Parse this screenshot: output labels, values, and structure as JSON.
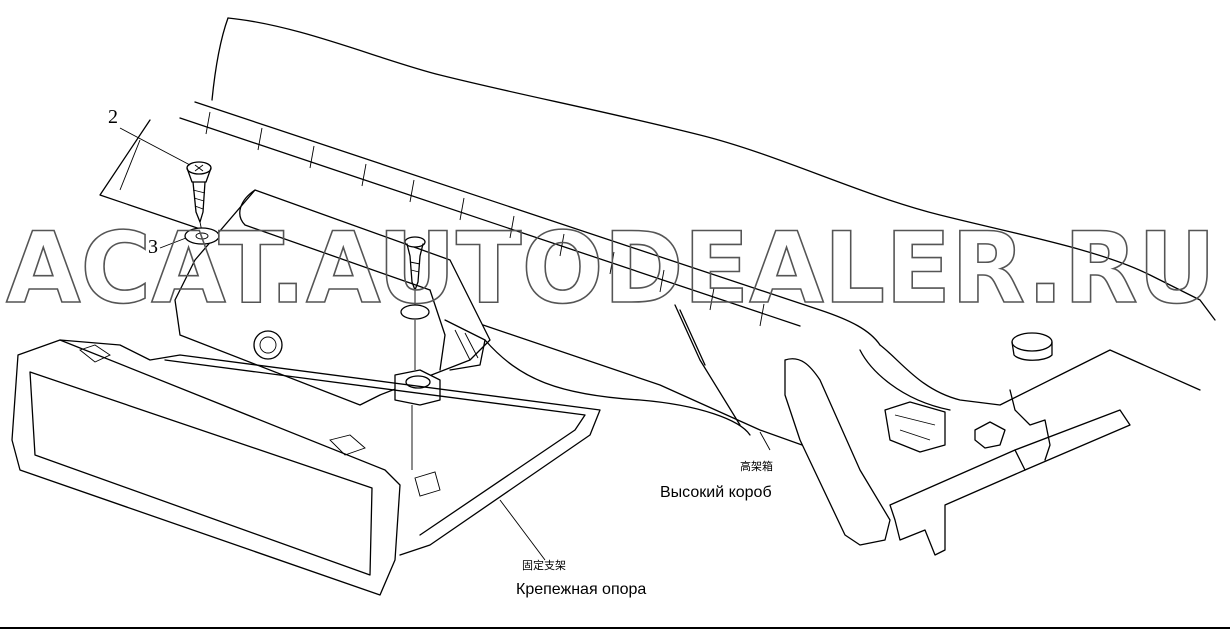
{
  "callouts": {
    "screw": "2",
    "washer": "3"
  },
  "labels": {
    "high_box_cn": "高架箱",
    "high_box_ru": "Высокий короб",
    "bracket_cn": "固定支架",
    "bracket_ru": "Крепежная опора"
  },
  "watermark": {
    "text": "ACAT.AUTODEALER.RU"
  },
  "colors": {
    "line": "#000000",
    "background": "#ffffff",
    "watermark_stroke": "#555555"
  }
}
